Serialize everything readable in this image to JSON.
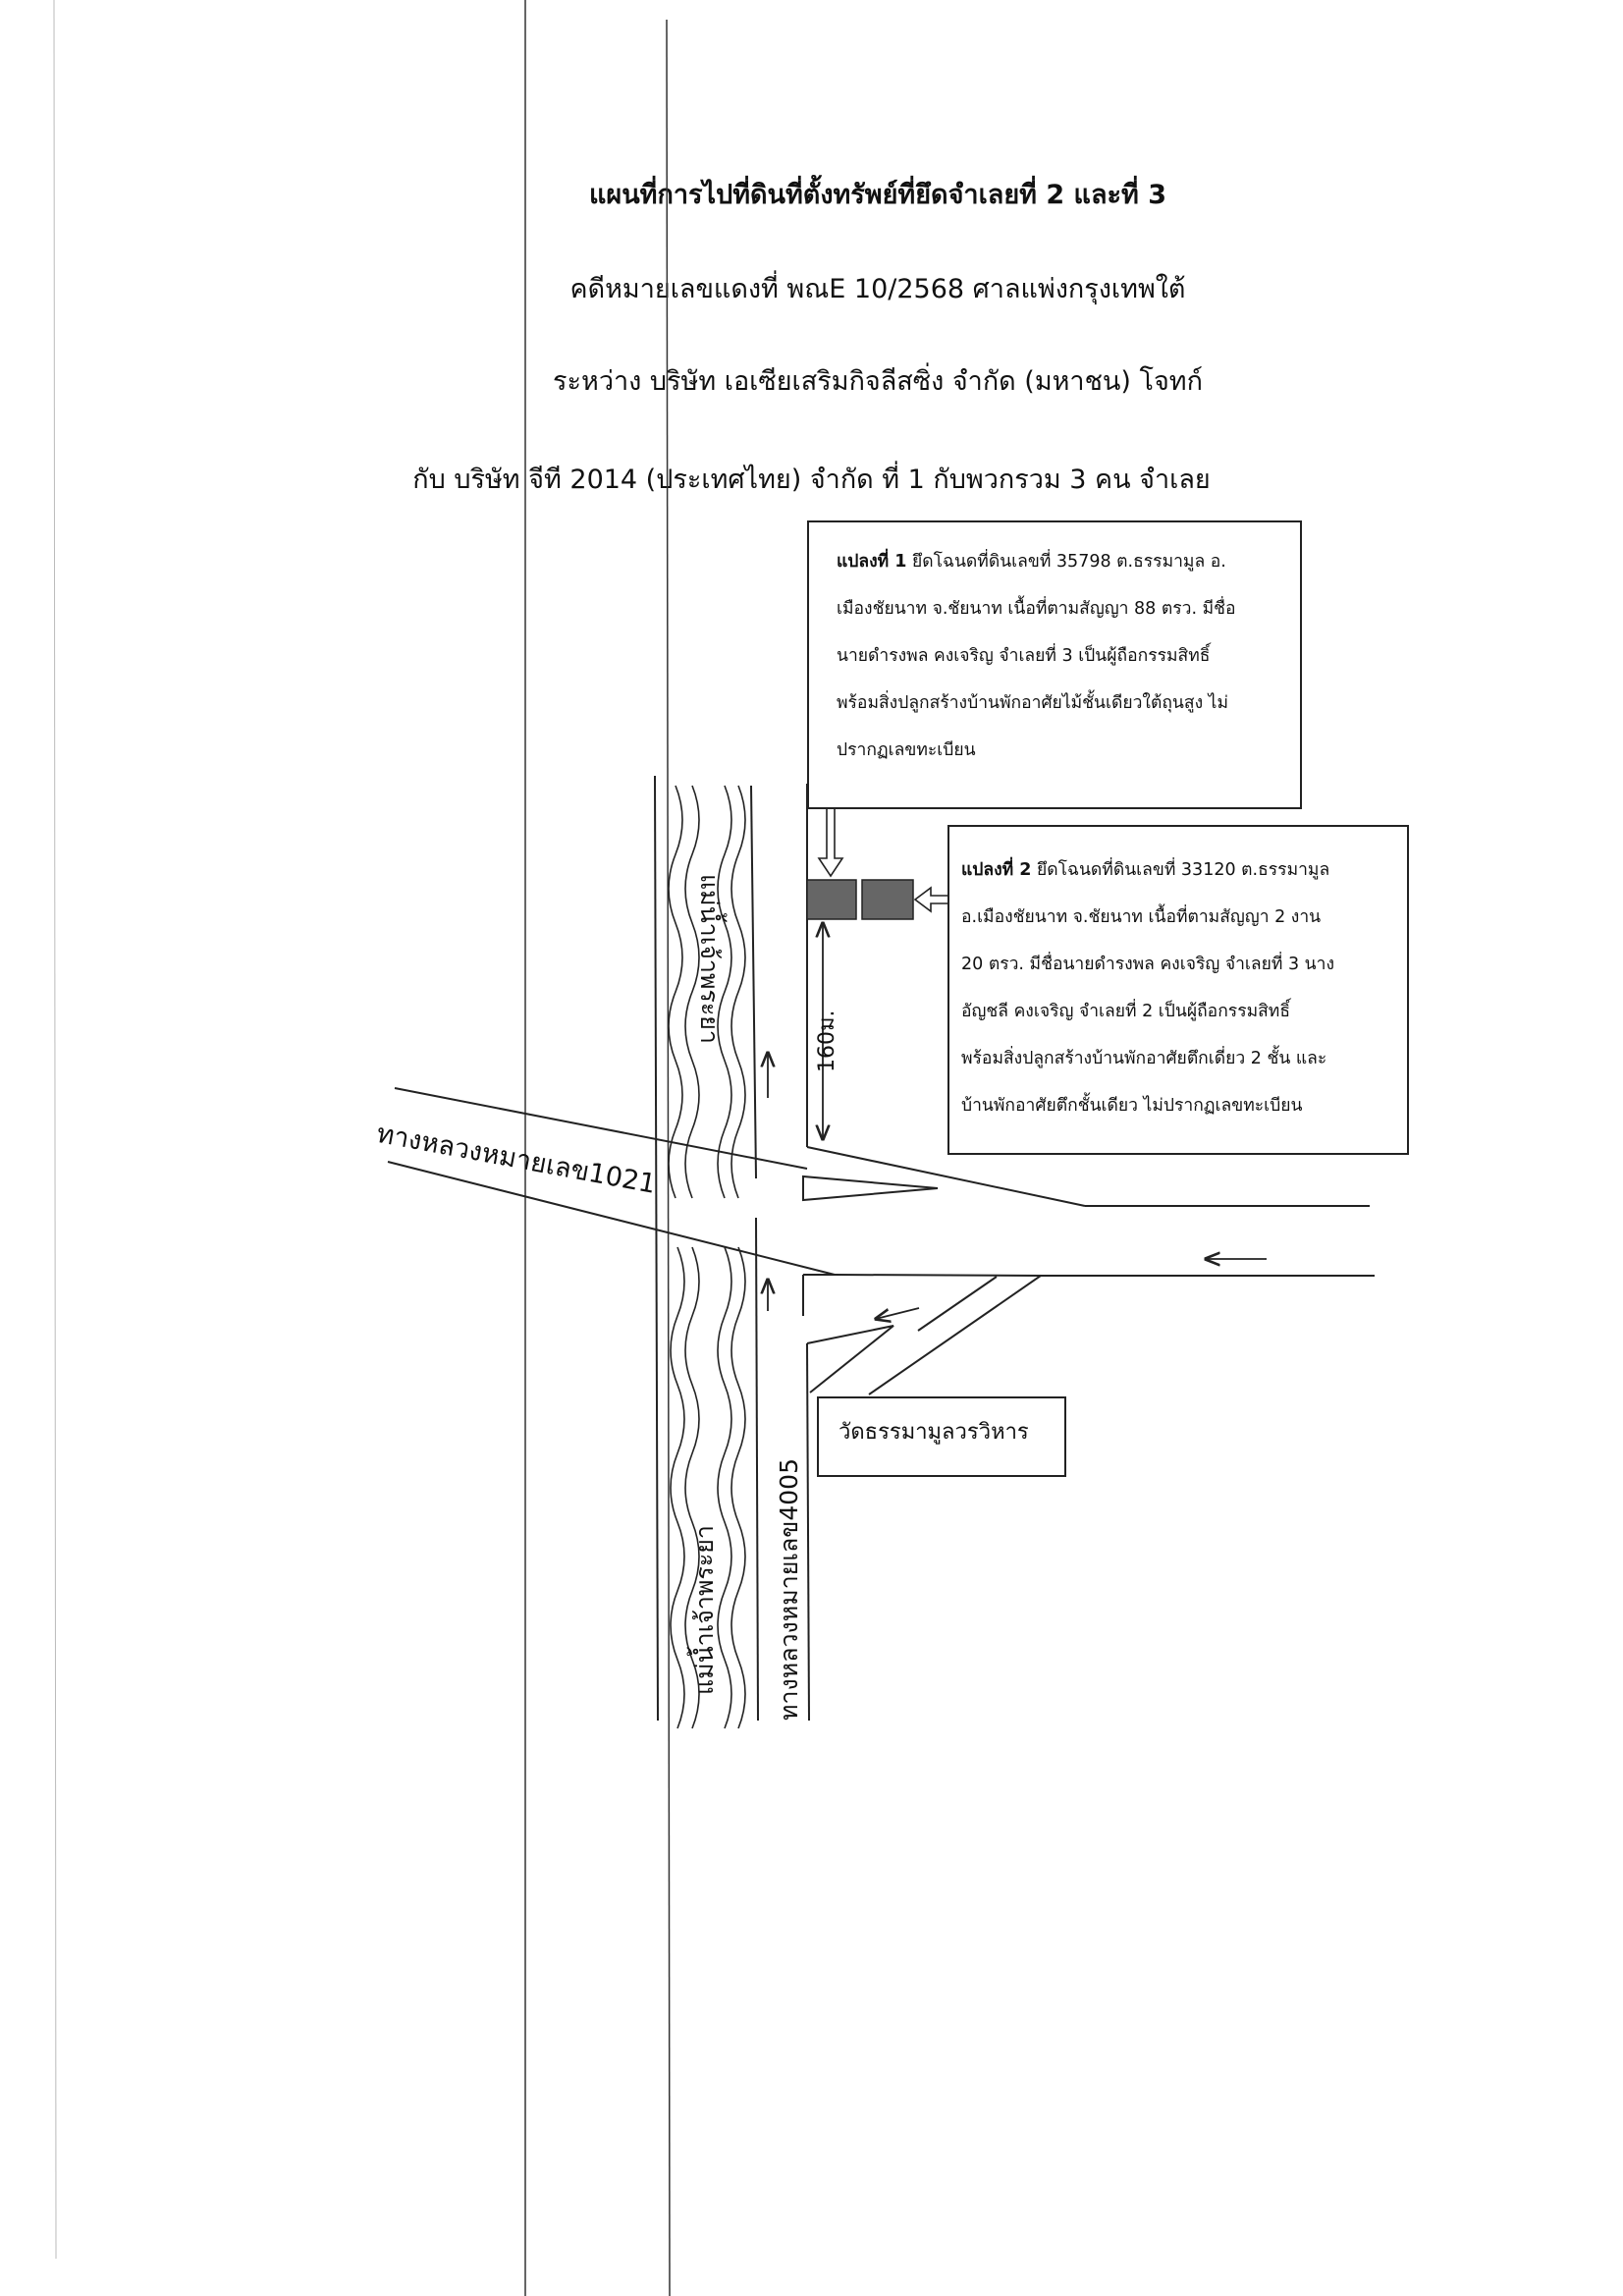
{
  "header": {
    "title": "แผนที่การไปที่ดินที่ตั้งทรัพย์ที่ยึดจำเลยที่ 2 และที่ 3",
    "case_line": "คดีหมายเลขแดงที่  พณE 10/2568   ศาลแพ่งกรุงเทพใต้",
    "parties_line": "ระหว่าง   บริษัท เอเซียเสริมกิจลีสซิ่ง จำกัด  (มหาชน) โจทก์",
    "defendant_line": "กับ   บริษัท จีที 2014 (ประเทศไทย) จำกัด ที่ 1 กับพวกรวม 3 คน  จำเลย"
  },
  "plot1": {
    "label": "แปลงที่ 1",
    "lines": [
      " ยึดโฉนดที่ดินเลขที่  35798  ต.ธรรมามูล  อ.",
      "เมืองชัยนาท จ.ชัยนาท  เนื้อที่ตามสัญญา 88 ตรว.  มีชื่อ",
      "นายดำรงพล คงเจริญ  จำเลยที่ 3   เป็นผู้ถือกรรมสิทธิ์",
      "พร้อมสิ่งปลูกสร้างบ้านพักอาศัยไม้ชั้นเดียวใต้ถุนสูง ไม่",
      "ปรากฏเลขทะเบียน"
    ]
  },
  "plot2": {
    "label": "แปลงที่ 2",
    "lines": [
      " ยึดโฉนดที่ดินเลขที่  33120  ต.ธรรมามูล",
      "อ.เมืองชัยนาท  จ.ชัยนาท   เนื้อที่ตามสัญญา 2 งาน",
      "20  ตรว. มีชื่อนายดำรงพล คงเจริญ จำเลยที่ 3 นาง",
      "อัญชลี คงเจริญ จำเลยที่ 2  เป็นผู้ถือกรรมสิทธิ์",
      "พร้อมสิ่งปลูกสร้างบ้านพักอาศัยตึกเดี่ยว 2 ชั้น และ",
      "บ้านพักอาศัยตึกชั้นเดียว ไม่ปรากฏเลขทะเบียน"
    ]
  },
  "map": {
    "road_1021": "ทางหลวงหมายเลข1021",
    "road_4005": "ทางหลวงหมายเลข4005",
    "river_top": "แม่น้ำเจ้าพระยา",
    "river_bottom": "แม่น้ำเจ้าพระยา",
    "distance": "160ม.",
    "temple": "วัดธรรมามูลวรวิหาร",
    "parcel_fill_color": "#666666"
  }
}
